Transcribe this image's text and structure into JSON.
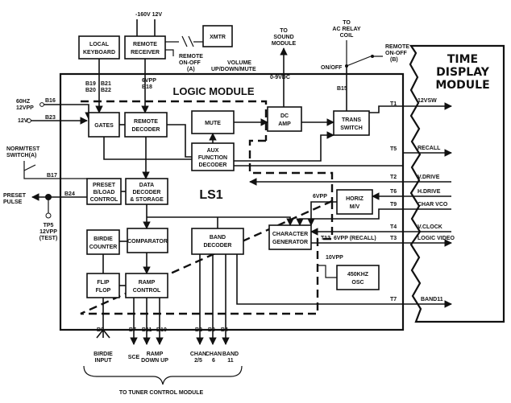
{
  "title_logic": "LOGIC MODULE",
  "title_ls1": "LS1",
  "time_display": [
    "TIME",
    "DISPLAY",
    "MODULE"
  ],
  "blocks": {
    "local_keyboard": [
      "LOCAL",
      "KEYBOARD"
    ],
    "remote_receiver": [
      "REMOTE",
      "RECEIVER"
    ],
    "xmtr": "XMTR",
    "gates": "GATES",
    "remote_decoder": [
      "REMOTE",
      "DECODER"
    ],
    "mute": "MUTE",
    "dc_amp": [
      "DC",
      "AMP"
    ],
    "trans_switch": [
      "TRANS",
      "SWITCH"
    ],
    "aux_function": [
      "AUX",
      "FUNCTION",
      "DECODER"
    ],
    "preset": [
      "PRESET",
      "B/LOAD",
      "CONTROL"
    ],
    "data_decoder": [
      "DATA",
      "DECODER",
      "& STORAGE"
    ],
    "horiz_mv": [
      "HORIZ",
      "M/V"
    ],
    "char_gen": [
      "CHARACTER",
      "GENERATOR"
    ],
    "birdie_counter": [
      "BIRDIE",
      "COUNTER"
    ],
    "comparator": "COMPARATOR",
    "band_decoder": [
      "BAND",
      "DECODER"
    ],
    "flip_flop": [
      "FLIP",
      "FLOP"
    ],
    "ramp_control": [
      "RAMP",
      "CONTROL"
    ],
    "osc": [
      "450KHZ",
      "OSC"
    ]
  },
  "labels": {
    "supply_top": "-160V 12V",
    "remote_on_off": [
      "REMOTE",
      "ON-OFF",
      "(A)"
    ],
    "volume": [
      "VOLUME",
      "UP/DOWN/MUTE"
    ],
    "to_sound": [
      "TO",
      "SOUND",
      "MODULE"
    ],
    "dc_9v": "0-9VDC",
    "to_ac_relay": [
      "TO",
      "AC RELAY",
      "COIL"
    ],
    "remote_on_off_b": [
      "REMOTE",
      "ON-OFF",
      "(B)"
    ],
    "on_off": "ON/OFF",
    "b15": "B15",
    "b19": [
      "B19",
      "B20"
    ],
    "b21": [
      "B21",
      "B22"
    ],
    "vpp6": "6VPP",
    "b18": "B18",
    "b16": "B16",
    "b23": "B23",
    "b17": "B17",
    "b24": "B24",
    "in_60hz": [
      "60HZ",
      "12VPP"
    ],
    "in_12v": "12V",
    "norm_test": [
      "NORM/TEST",
      "SWITCH(A)"
    ],
    "preset_pulse": [
      "PRESET",
      "PULSE"
    ],
    "tp5": [
      "TP5",
      "12VPP",
      "(TEST)"
    ],
    "vpp6b": "6VPP",
    "vpp10": "10VPP",
    "b9": "B9",
    "b7": "B7",
    "b11": "B11",
    "b10": "B10",
    "b2": "B2",
    "b3": "B3",
    "b4": "B4",
    "birdie_input": [
      "BIRDIE",
      "INPUT"
    ],
    "sce": "SCE",
    "ramp": [
      "RAMP",
      "DOWN UP"
    ],
    "chan25": [
      "CHAN",
      "2/5"
    ],
    "chan6": [
      "CHAN",
      "6"
    ],
    "band11": [
      "BAND",
      "11"
    ],
    "to_tuner": "TO TUNER CONTROL MODULE"
  },
  "outputs": [
    {
      "pin": "T1",
      "signal": "12VSW"
    },
    {
      "pin": "T5",
      "signal": "RECALL"
    },
    {
      "pin": "T2",
      "signal": "V.DRIVE"
    },
    {
      "pin": "T6",
      "signal": "H.DRIVE"
    },
    {
      "pin": "T9",
      "signal": "CHAR VCO"
    },
    {
      "pin": "T4",
      "signal": "V.CLOCK"
    },
    {
      "pin": "T3",
      "signal": "LOGIC VIDEO"
    },
    {
      "pin": "T12",
      "signal": "6VPP (RECALL)"
    },
    {
      "pin": "T7",
      "signal": "BAND11"
    }
  ]
}
